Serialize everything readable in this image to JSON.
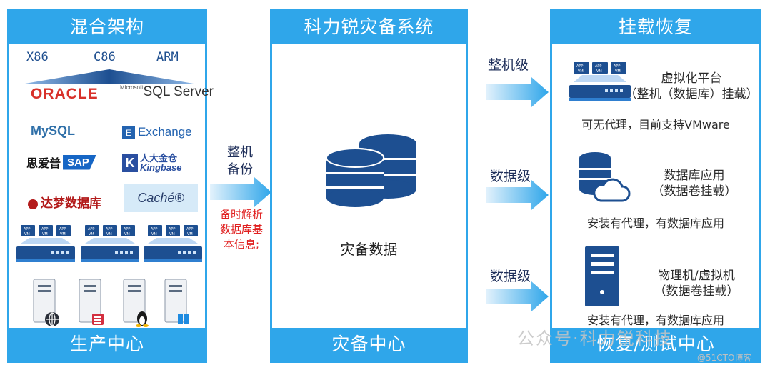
{
  "left_panel": {
    "title": "混合架构",
    "footer": "生产中心",
    "architectures": [
      "X86",
      "C86",
      "ARM"
    ],
    "logos": {
      "oracle": "ORACLE",
      "sqlserver_small": "Microsoft",
      "sqlserver": "SQL Server",
      "mysql": "MySQL",
      "exchange": "Exchange",
      "sap_cn": "思爱普",
      "sap": "SAP",
      "kingbase_cn": "人大金仓",
      "kingbase": "Kingbase",
      "dameng": "达梦数据库",
      "cache": "Caché®"
    },
    "vm_app": "APP",
    "vm_vm": "VM"
  },
  "backup_arrow": {
    "label_line1": "整机",
    "label_line2": "备份",
    "note_line1": "备时解析",
    "note_line2": "数据库基",
    "note_line3": "本信息;"
  },
  "middle_panel": {
    "title": "科力锐灾备系统",
    "data_label": "灾备数据",
    "footer": "灾备中心"
  },
  "right_panel": {
    "title": "挂载恢复",
    "footer": "恢复/测试中心",
    "sections": [
      {
        "level": "整机级",
        "title_line1": "虚拟化平台",
        "title_line2": "（整机（数据库）挂载）",
        "note": "可无代理，目前支持VMware"
      },
      {
        "level": "数据级",
        "title_line1": "数据库应用",
        "title_line2": "（数据卷挂载）",
        "note": "安装有代理，有数据库应用"
      },
      {
        "level": "数据级",
        "title_line1": "物理机/虚拟机",
        "title_line2": "（数据卷挂载）",
        "note": "安装有代理，有数据库应用"
      }
    ]
  },
  "watermark": {
    "main": "公众号·科力锐科技",
    "sub": "@51CTO博客"
  },
  "colors": {
    "accent": "#2fa6ea",
    "dark_blue": "#1d4f91",
    "note_red": "#e02020"
  }
}
